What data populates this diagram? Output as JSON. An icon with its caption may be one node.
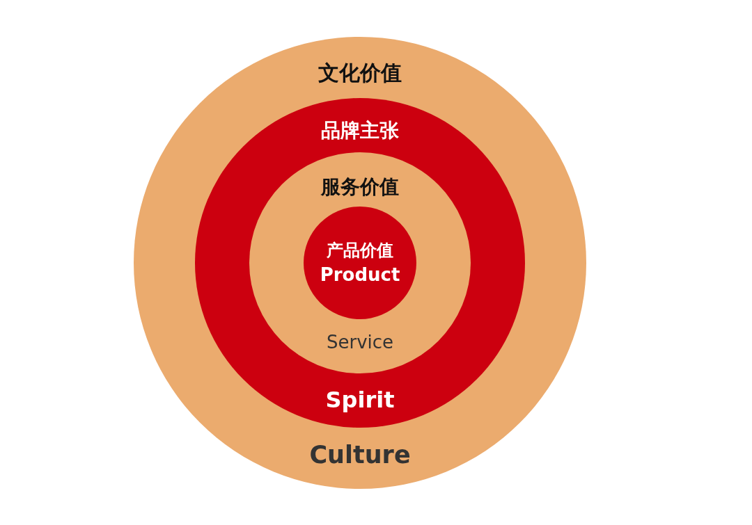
{
  "diagram": {
    "nodes": [
      {
        "text": [
          "文化价值",
          "Culture"
        ]
      },
      {
        "text": [
          "品牌主张",
          "Spirit"
        ],
        "in": 0
      },
      {
        "text": [
          "服务价值",
          "Service"
        ],
        "in": 1
      },
      {
        "text": [
          "产品价值",
          "Product"
        ],
        "in": 2
      }
    ]
  }
}
